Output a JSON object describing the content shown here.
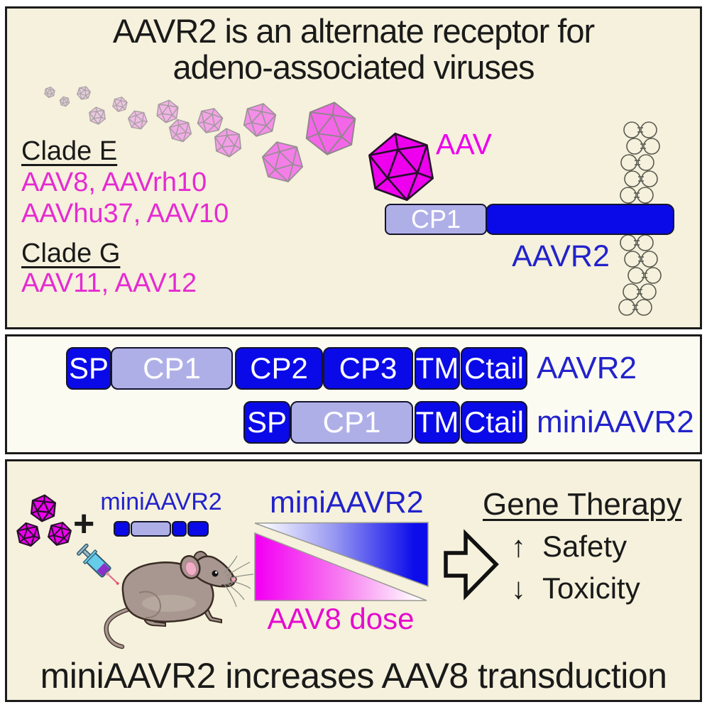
{
  "colors": {
    "panel_background": "#F5F1DC",
    "middle_panel_background": "#FBFBF2",
    "domain_blue": "#0A0AE8",
    "domain_lavender": "#AFAFE8",
    "label_blue": "#2222CC",
    "virus_magenta": "#EE00EE",
    "magenta_text": "#E62AD2",
    "border_black": "#1B1B1B"
  },
  "panel_top": {
    "title_line1": "AAVR2 is an alternate receptor for",
    "title_line2": "adeno-associated viruses",
    "clade_e_heading": "Clade E",
    "clade_e_line1": "AAV8, AAVrh10",
    "clade_e_line2": "AAVhu37, AAV10",
    "clade_g_heading": "Clade G",
    "clade_g_line1": "AAV11, AAV12",
    "aav_label": "AAV",
    "cp1_label": "CP1",
    "receptor_label": "AAVR2"
  },
  "panel_middle": {
    "aavr2_name": "AAVR2",
    "mini_name": "miniAAVR2",
    "aavr2_domains": [
      {
        "label": "SP"
      },
      {
        "label": "CP1"
      },
      {
        "label": "CP2"
      },
      {
        "label": "CP3"
      },
      {
        "label": "TM"
      },
      {
        "label": "Ctail"
      }
    ],
    "mini_domains": [
      {
        "label": "SP"
      },
      {
        "label": "CP1"
      },
      {
        "label": "TM"
      },
      {
        "label": "Ctail"
      }
    ]
  },
  "panel_bottom": {
    "plus_sign": "+",
    "construct_label": "miniAAVR2",
    "gradient_top_label": "miniAAVR2",
    "gradient_bottom_label": "AAV8 dose",
    "outcome_heading": "Gene Therapy",
    "outcome_up_arrow": "↑",
    "outcome_item_up": "Safety",
    "outcome_down_arrow": "↓",
    "outcome_item_down": "Toxicity",
    "headline": "miniAAVR2 increases AAV8 transduction"
  }
}
